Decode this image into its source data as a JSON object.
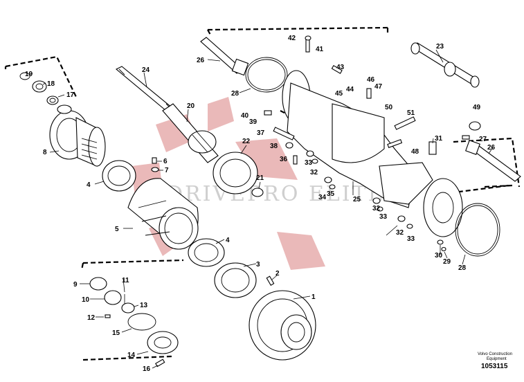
{
  "watermark": {
    "text": "DRIVEPRO ELITE",
    "gear_color": "#d98080"
  },
  "brand": {
    "line1": "Volvo Construction",
    "line2": "Equipment",
    "doc_number": "1053115"
  },
  "callouts": [
    {
      "id": "c1",
      "label": "1"
    },
    {
      "id": "c2",
      "label": "2"
    },
    {
      "id": "c3",
      "label": "3"
    },
    {
      "id": "c4a",
      "label": "4"
    },
    {
      "id": "c4b",
      "label": "4"
    },
    {
      "id": "c5",
      "label": "5"
    },
    {
      "id": "c6",
      "label": "6"
    },
    {
      "id": "c7",
      "label": "7"
    },
    {
      "id": "c8",
      "label": "8"
    },
    {
      "id": "c9",
      "label": "9"
    },
    {
      "id": "c10",
      "label": "10"
    },
    {
      "id": "c11",
      "label": "11"
    },
    {
      "id": "c12",
      "label": "12"
    },
    {
      "id": "c13",
      "label": "13"
    },
    {
      "id": "c14",
      "label": "14"
    },
    {
      "id": "c15",
      "label": "15"
    },
    {
      "id": "c16",
      "label": "16"
    },
    {
      "id": "c17",
      "label": "17"
    },
    {
      "id": "c18",
      "label": "18"
    },
    {
      "id": "c19",
      "label": "19"
    },
    {
      "id": "c20",
      "label": "20"
    },
    {
      "id": "c21",
      "label": "21"
    },
    {
      "id": "c22",
      "label": "22"
    },
    {
      "id": "c23",
      "label": "23"
    },
    {
      "id": "c24",
      "label": "24"
    },
    {
      "id": "c25",
      "label": "25"
    },
    {
      "id": "c26a",
      "label": "26"
    },
    {
      "id": "c26b",
      "label": "26"
    },
    {
      "id": "c27",
      "label": "27"
    },
    {
      "id": "c28a",
      "label": "28"
    },
    {
      "id": "c28b",
      "label": "28"
    },
    {
      "id": "c29",
      "label": "29"
    },
    {
      "id": "c30",
      "label": "30"
    },
    {
      "id": "c31",
      "label": "31"
    },
    {
      "id": "c32a",
      "label": "32"
    },
    {
      "id": "c32b",
      "label": "32"
    },
    {
      "id": "c32c",
      "label": "32"
    },
    {
      "id": "c33a",
      "label": "33"
    },
    {
      "id": "c33b",
      "label": "33"
    },
    {
      "id": "c33c",
      "label": "33"
    },
    {
      "id": "c34",
      "label": "34"
    },
    {
      "id": "c35",
      "label": "35"
    },
    {
      "id": "c36",
      "label": "36"
    },
    {
      "id": "c37",
      "label": "37"
    },
    {
      "id": "c38",
      "label": "38"
    },
    {
      "id": "c39",
      "label": "39"
    },
    {
      "id": "c40",
      "label": "40"
    },
    {
      "id": "c41",
      "label": "41"
    },
    {
      "id": "c42",
      "label": "42"
    },
    {
      "id": "c43",
      "label": "43"
    },
    {
      "id": "c44",
      "label": "44"
    },
    {
      "id": "c45",
      "label": "45"
    },
    {
      "id": "c46",
      "label": "46"
    },
    {
      "id": "c47",
      "label": "47"
    },
    {
      "id": "c48",
      "label": "48"
    },
    {
      "id": "c49",
      "label": "49"
    },
    {
      "id": "c50",
      "label": "50"
    },
    {
      "id": "c51",
      "label": "51"
    }
  ]
}
